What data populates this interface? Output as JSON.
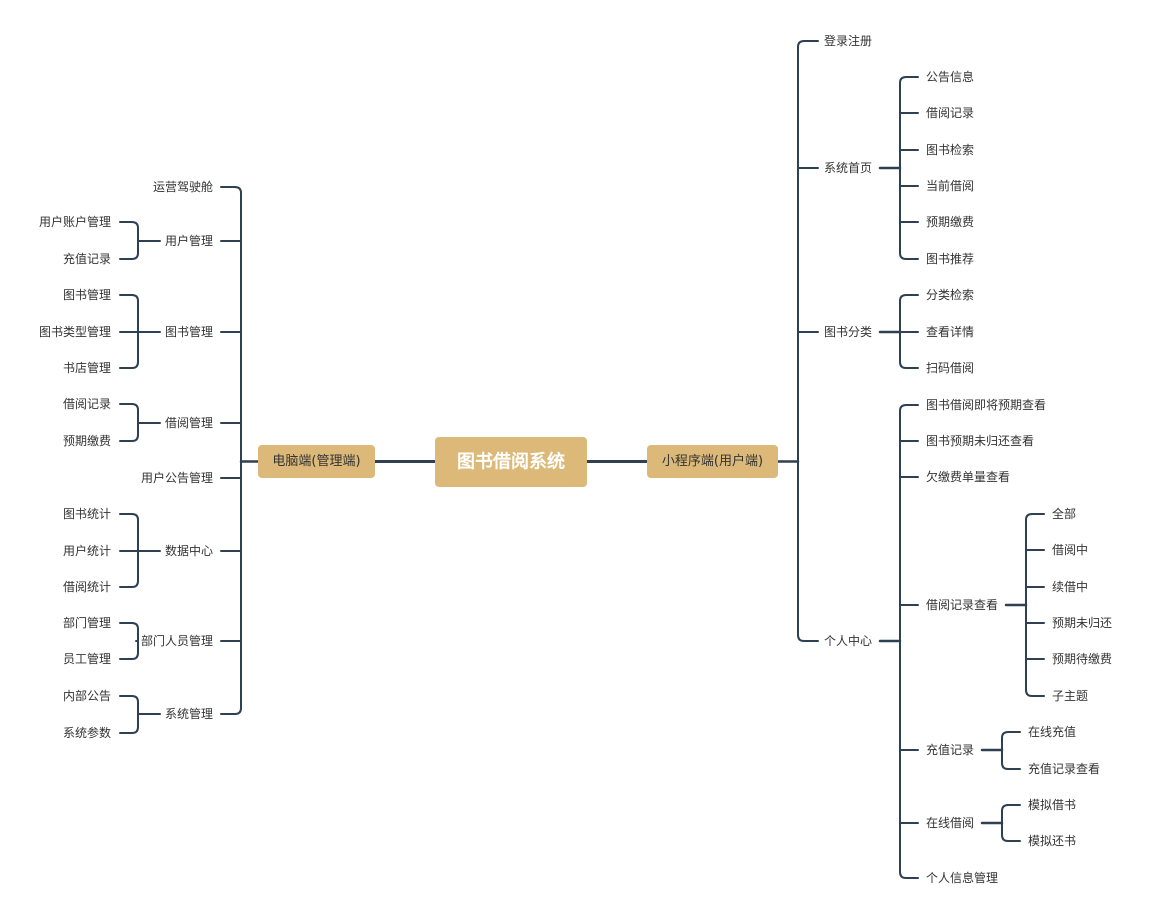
{
  "colors": {
    "line": "#2e4052",
    "node_fill": "#dcb978",
    "text": "#333333",
    "root_text": "#ffffff",
    "background": "#ffffff"
  },
  "root": {
    "label": "图书借阅系统"
  },
  "left_branch": {
    "label": "电脑端(管理端)",
    "children": [
      {
        "label": "运营驾驶舱",
        "children": []
      },
      {
        "label": "用户管理",
        "children": [
          "用户账户管理",
          "充值记录"
        ]
      },
      {
        "label": "图书管理",
        "children": [
          "图书管理",
          "图书类型管理",
          "书店管理"
        ]
      },
      {
        "label": "借阅管理",
        "children": [
          "借阅记录",
          "预期缴费"
        ]
      },
      {
        "label": "用户公告管理",
        "children": []
      },
      {
        "label": "数据中心",
        "children": [
          "图书统计",
          "用户统计",
          "借阅统计"
        ]
      },
      {
        "label": "部门人员管理",
        "children": [
          "部门管理",
          "员工管理"
        ]
      },
      {
        "label": "系统管理",
        "children": [
          "内部公告",
          "系统参数"
        ]
      }
    ]
  },
  "right_branch": {
    "label": "小程序端(用户端)",
    "children": [
      {
        "label": "登录注册",
        "children": []
      },
      {
        "label": "系统首页",
        "children": [
          {
            "label": "公告信息"
          },
          {
            "label": "借阅记录"
          },
          {
            "label": "图书检索"
          },
          {
            "label": "当前借阅"
          },
          {
            "label": "预期缴费"
          },
          {
            "label": "图书推荐"
          }
        ]
      },
      {
        "label": "图书分类",
        "children": [
          {
            "label": "分类检索"
          },
          {
            "label": "查看详情"
          },
          {
            "label": "扫码借阅"
          }
        ]
      },
      {
        "label": "个人中心",
        "children": [
          {
            "label": "图书借阅即将预期查看",
            "children": []
          },
          {
            "label": "图书预期未归还查看",
            "children": []
          },
          {
            "label": "欠缴费单量查看",
            "children": []
          },
          {
            "label": "借阅记录查看",
            "children": [
              "全部",
              "借阅中",
              "续借中",
              "预期未归还",
              "预期待缴费",
              "子主题"
            ]
          },
          {
            "label": "充值记录",
            "children": [
              "在线充值",
              "充值记录查看"
            ]
          },
          {
            "label": "在线借阅",
            "children": [
              "模拟借书",
              "模拟还书"
            ]
          },
          {
            "label": "个人信息管理",
            "children": []
          }
        ]
      }
    ]
  }
}
